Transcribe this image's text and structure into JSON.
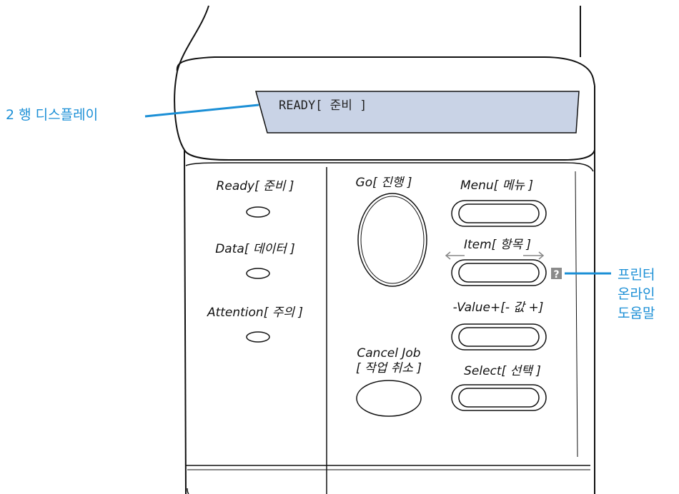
{
  "display": {
    "text": "READY[ 준비 ]"
  },
  "callouts": {
    "display": "2 행 디스플레이",
    "help_line1": "프린터",
    "help_line2": "온라인",
    "help_line3": "도움말",
    "help_icon": "?"
  },
  "lights": {
    "ready": "Ready[ 준비 ]",
    "data": "Data[ 데이터 ]",
    "attention": "Attention[ 주의 ]"
  },
  "buttons": {
    "go": "Go[ 진행 ]",
    "menu": "Menu[ 메뉴 ]",
    "item": "Item[ 항목 ]",
    "value": "-Value+[- 값 +]",
    "cancel_line1": "Cancel Job",
    "cancel_line2": "[ 작업 취소 ]",
    "select": "Select[ 선택 ]"
  },
  "colors": {
    "accent": "#1b8fd6",
    "lcd": "#c9d3e6",
    "help_icon_bg": "#8a8a8a",
    "arrow": "#888888"
  }
}
